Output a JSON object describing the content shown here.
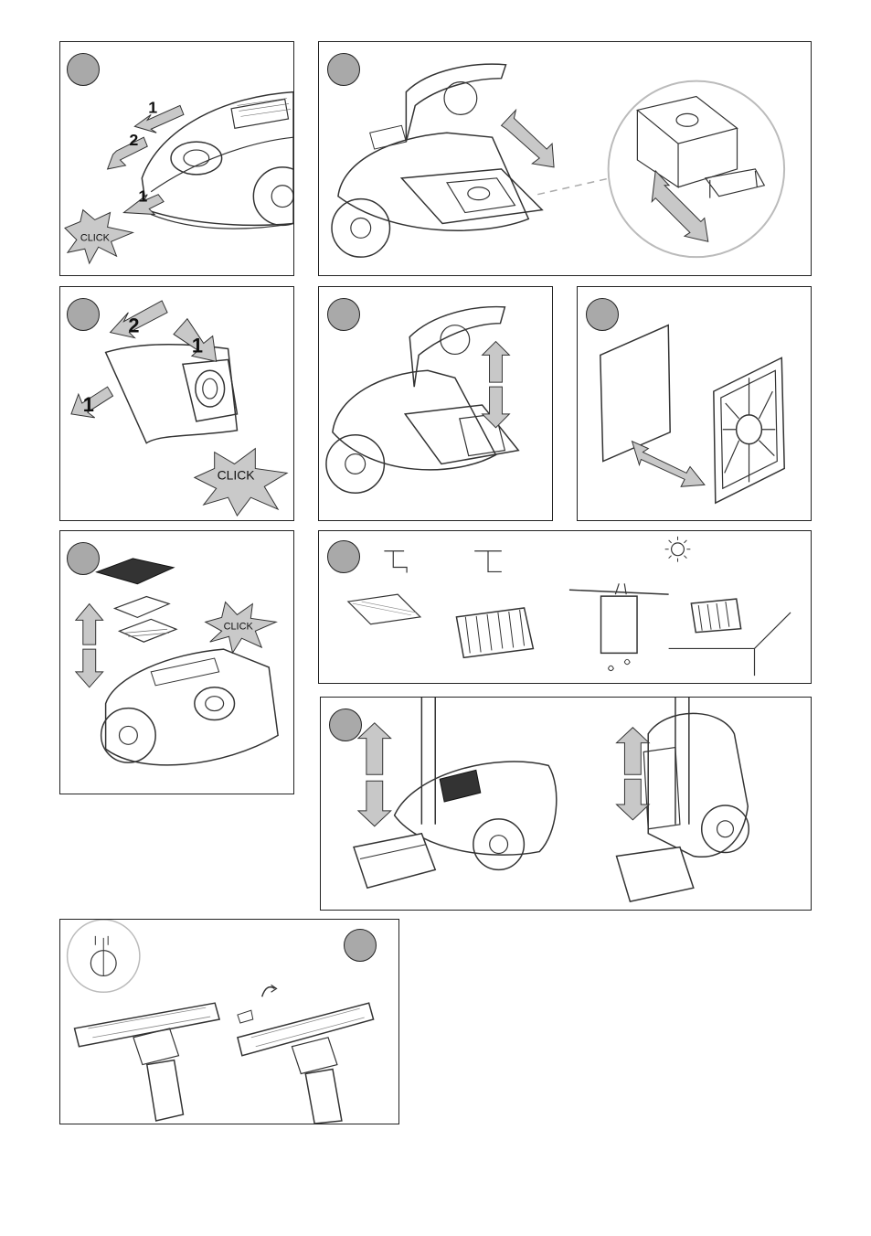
{
  "panels": {
    "p1": {
      "step_up": "1",
      "step_down": "2",
      "step_latch": "1",
      "click": "CLICK"
    },
    "p2": {},
    "p3": {
      "step_up": "2",
      "step_insert": "1",
      "step_fold": "1",
      "click": "CLICK"
    },
    "p4": {},
    "p5": {},
    "p6": {
      "click": "CLICK"
    },
    "p7": {},
    "p8": {},
    "p9": {}
  },
  "colors": {
    "badge": "#a9a9a9",
    "arrow_fill": "#c8c8c8",
    "line": "#333333",
    "burst_fill": "#c9c9c9"
  },
  "icons": [
    "vacuum-cleaner-icon",
    "dust-bag-icon",
    "filter-icon",
    "water-tap-icon",
    "sun-icon",
    "floor-nozzle-icon",
    "telescopic-tube-icon"
  ]
}
